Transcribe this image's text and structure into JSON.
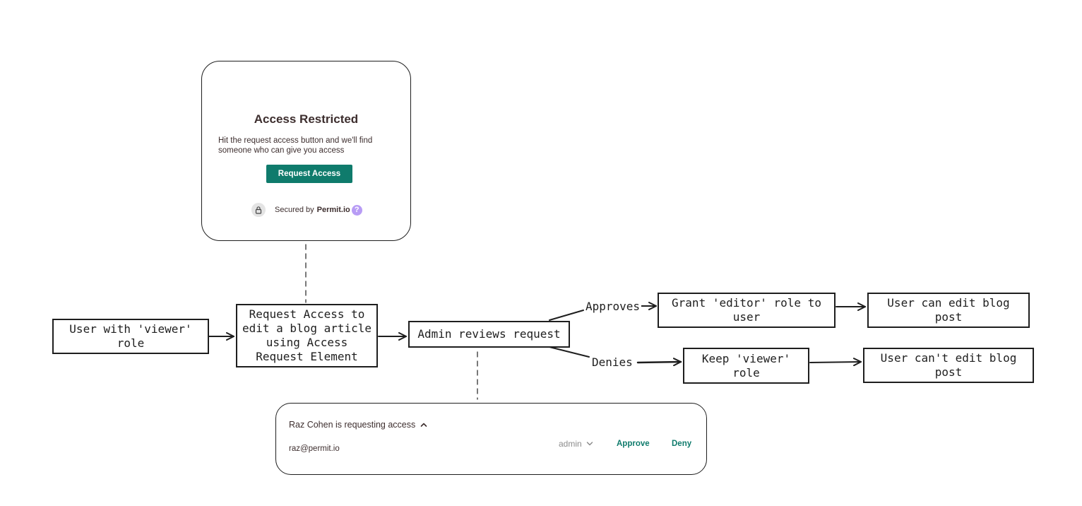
{
  "card": {
    "title": "Access Restricted",
    "description": "Hit the request access button and we'll find someone who can give you access",
    "button_label": "Request Access",
    "secured_by": "Secured by",
    "brand": "Permit.io",
    "help_glyph": "?",
    "icons": [
      "lock-icon",
      "help-icon"
    ],
    "button_color": "#0f7b6c",
    "help_color": "#b89cf5"
  },
  "flow": {
    "user_viewer": "User with 'viewer'\nrole",
    "request_access": "Request Access to\nedit a blog article\nusing Access\nRequest Element",
    "admin_reviews": "Admin reviews request",
    "approves_label": "Approves",
    "denies_label": "Denies",
    "grant_editor": "Grant 'editor' role to\nuser",
    "can_edit": "User can edit blog\npost",
    "keep_viewer": "Keep 'viewer'\nrole",
    "cannot_edit": "User can't edit blog\npost"
  },
  "review": {
    "title": "Raz Cohen is requesting access",
    "email": "raz@permit.io",
    "role": "admin",
    "approve_label": "Approve",
    "deny_label": "Deny",
    "icons": [
      "caret-up-icon",
      "chevron-down-icon"
    ],
    "action_color": "#0f7b6c"
  }
}
